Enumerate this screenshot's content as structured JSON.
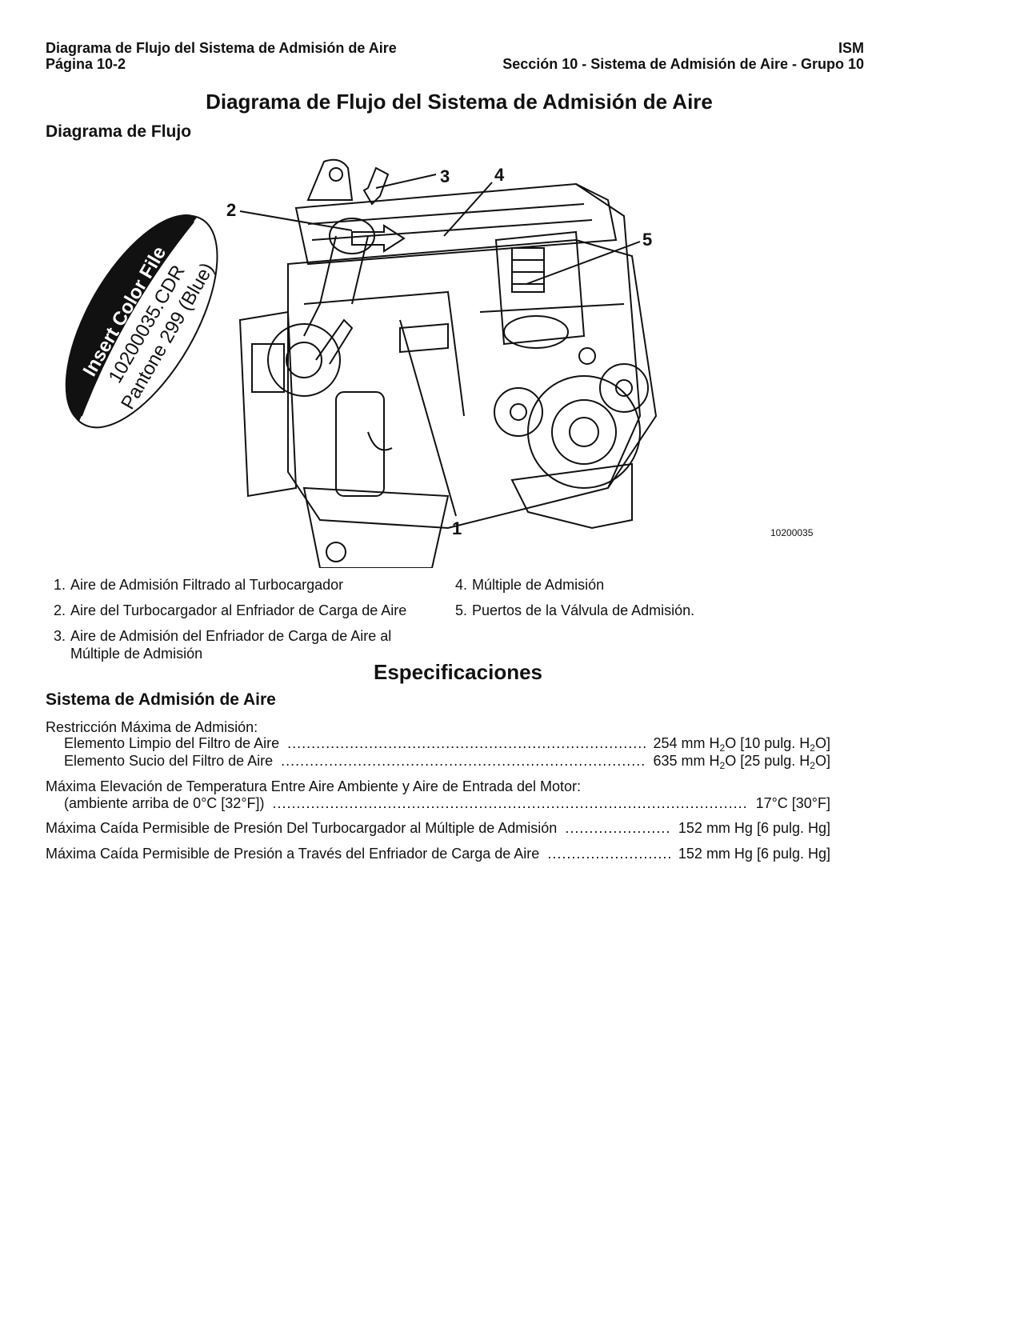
{
  "header": {
    "left_line1": "Diagrama de Flujo del Sistema de Admisión de Aire",
    "left_line2": "Página 10-2",
    "right_line1": "ISM",
    "right_line2": "Sección 10 - Sistema de Admisión de Aire - Grupo 10"
  },
  "title": "Diagrama de Flujo del Sistema de Admisión de Aire",
  "subtitle": "Diagrama de Flujo",
  "figure": {
    "callouts": [
      "1",
      "2",
      "3",
      "4",
      "5"
    ],
    "stamp_line1": "Insert Color File",
    "stamp_line2": "10200035.CDR",
    "stamp_line3": "Pantone 299 (Blue)",
    "figure_id": "10200035"
  },
  "legend": [
    {
      "num": "1.",
      "text": "Aire de Admisión Filtrado al Turbocargador"
    },
    {
      "num": "2.",
      "text": "Aire del Turbocargador al Enfriador de Carga de Aire"
    },
    {
      "num": "3.",
      "text": "Aire de Admisión del Enfriador de Carga de Aire al Múltiple de Admisión"
    },
    {
      "num": "4.",
      "text": "Múltiple de Admisión"
    },
    {
      "num": "5.",
      "text": "Puertos de la Válvula de Admisión."
    }
  ],
  "specs": {
    "title": "Especificaciones",
    "subtitle": "Sistema de Admisión de Aire",
    "restriction_heading": "Restricción Máxima de Admisión:",
    "clean_filter_label": "Elemento Limpio del Filtro de Aire",
    "clean_filter_value_a": "254 mm H",
    "clean_filter_value_b": "O [10 pulg. H",
    "clean_filter_value_c": "O]",
    "dirty_filter_label": "Elemento Sucio del Filtro de Aire",
    "dirty_filter_value_a": "635 mm H",
    "dirty_filter_value_b": "O [25 pulg. H",
    "dirty_filter_value_c": "O]",
    "subscript_2": "2",
    "temp_rise_heading": "Máxima Elevación de Temperatura Entre Aire Ambiente y Aire de Entrada del Motor:",
    "temp_rise_label": "(ambiente arriba de 0°C [32°F])",
    "temp_rise_value": "17°C [30°F]",
    "turbo_drop_label": "Máxima Caída Permisible de Presión Del Turbocargador al Múltiple de Admisión",
    "turbo_drop_value": "152 mm Hg [6 pulg. Hg]",
    "cooler_drop_label": "Máxima Caída Permisible de Presión a Través del Enfriador de Carga de Aire",
    "cooler_drop_value": "152 mm Hg [6 pulg. Hg]"
  }
}
